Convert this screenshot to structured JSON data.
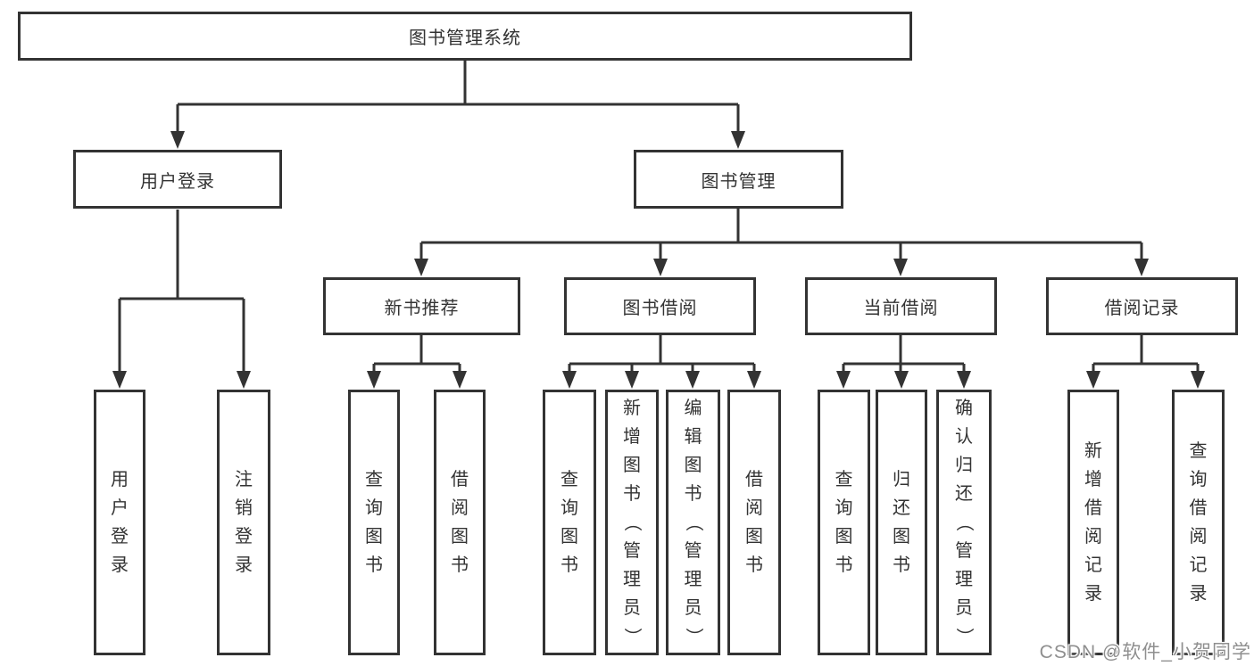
{
  "diagram": {
    "tree": {
      "label": "图书管理系统",
      "children": [
        {
          "label": "用户登录",
          "children": [
            {
              "label": "用户登录"
            },
            {
              "label": "注销登录"
            }
          ]
        },
        {
          "label": "图书管理",
          "children": [
            {
              "label": "新书推荐",
              "children": [
                {
                  "label": "查询图书"
                },
                {
                  "label": "借阅图书"
                }
              ]
            },
            {
              "label": "图书借阅",
              "children": [
                {
                  "label": "查询图书"
                },
                {
                  "label": "新增图书（管理员）"
                },
                {
                  "label": "编辑图书（管理员）"
                },
                {
                  "label": "借阅图书"
                }
              ]
            },
            {
              "label": "当前借阅",
              "children": [
                {
                  "label": "查询图书"
                },
                {
                  "label": "归还图书"
                },
                {
                  "label": "确认归还（管理员）"
                }
              ]
            },
            {
              "label": "借阅记录",
              "children": [
                {
                  "label": "新增借阅记录"
                },
                {
                  "label": "查询借阅记录"
                }
              ]
            }
          ]
        }
      ]
    },
    "colors": {
      "line": "#333333",
      "box_border": "#333333",
      "text": "#333333",
      "background": "#ffffff",
      "watermark": "#8f8f8f"
    },
    "watermark": {
      "text": "CSDN @软件_小贺同学"
    }
  }
}
